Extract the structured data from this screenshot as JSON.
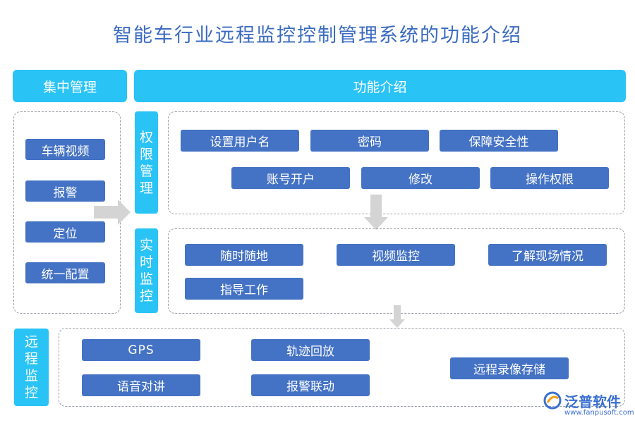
{
  "title": "智能车行业远程监控控制管理系统的功能介绍",
  "left_header": "集中管理",
  "right_header": "功能介绍",
  "left_items": [
    "车辆视频",
    "报警",
    "定位",
    "统一配置"
  ],
  "sections": {
    "permission": {
      "tab": [
        "权",
        "限",
        "管",
        "理"
      ],
      "items": [
        "设置用户名",
        "密码",
        "保障安全性",
        "账号开户",
        "修改",
        "操作权限"
      ]
    },
    "realtime": {
      "tab": [
        "实",
        "时",
        "监",
        "控"
      ],
      "items": [
        "随时随地",
        "视频监控",
        "了解现场情况",
        "指导工作"
      ]
    },
    "remote": {
      "tab": [
        "远",
        "程",
        "监",
        "控"
      ],
      "items": [
        "GPS",
        "轨迹回放",
        "远程录像存储",
        "语音对讲",
        "报警联动"
      ]
    }
  },
  "logo": {
    "name": "泛普软件",
    "url": "www.fanpusoft.com"
  },
  "colors": {
    "header": "#29c3f6",
    "button": "#4472c4",
    "arrow": "#d4d4d4",
    "title": "#3a6bc0"
  }
}
